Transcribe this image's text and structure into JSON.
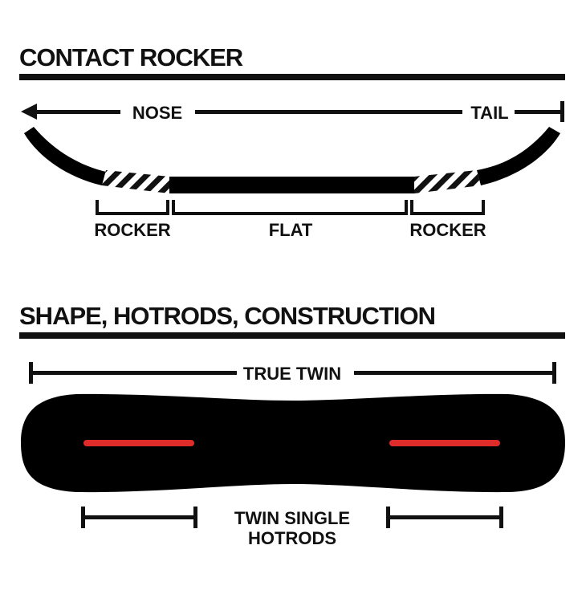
{
  "sections": {
    "rocker": {
      "title": "CONTACT ROCKER",
      "nose_label": "NOSE",
      "tail_label": "TAIL",
      "zones": {
        "left": "ROCKER",
        "center": "FLAT",
        "right": "ROCKER"
      }
    },
    "shape": {
      "title": "SHAPE, HOTRODS, CONSTRUCTION",
      "shape_label": "TRUE TWIN",
      "hotrods_label_line1": "TWIN SINGLE",
      "hotrods_label_line2": "HOTRODS"
    }
  },
  "colors": {
    "ink": "#111111",
    "board": "#000000",
    "hotrod": "#e02b2b",
    "background": "#ffffff"
  }
}
